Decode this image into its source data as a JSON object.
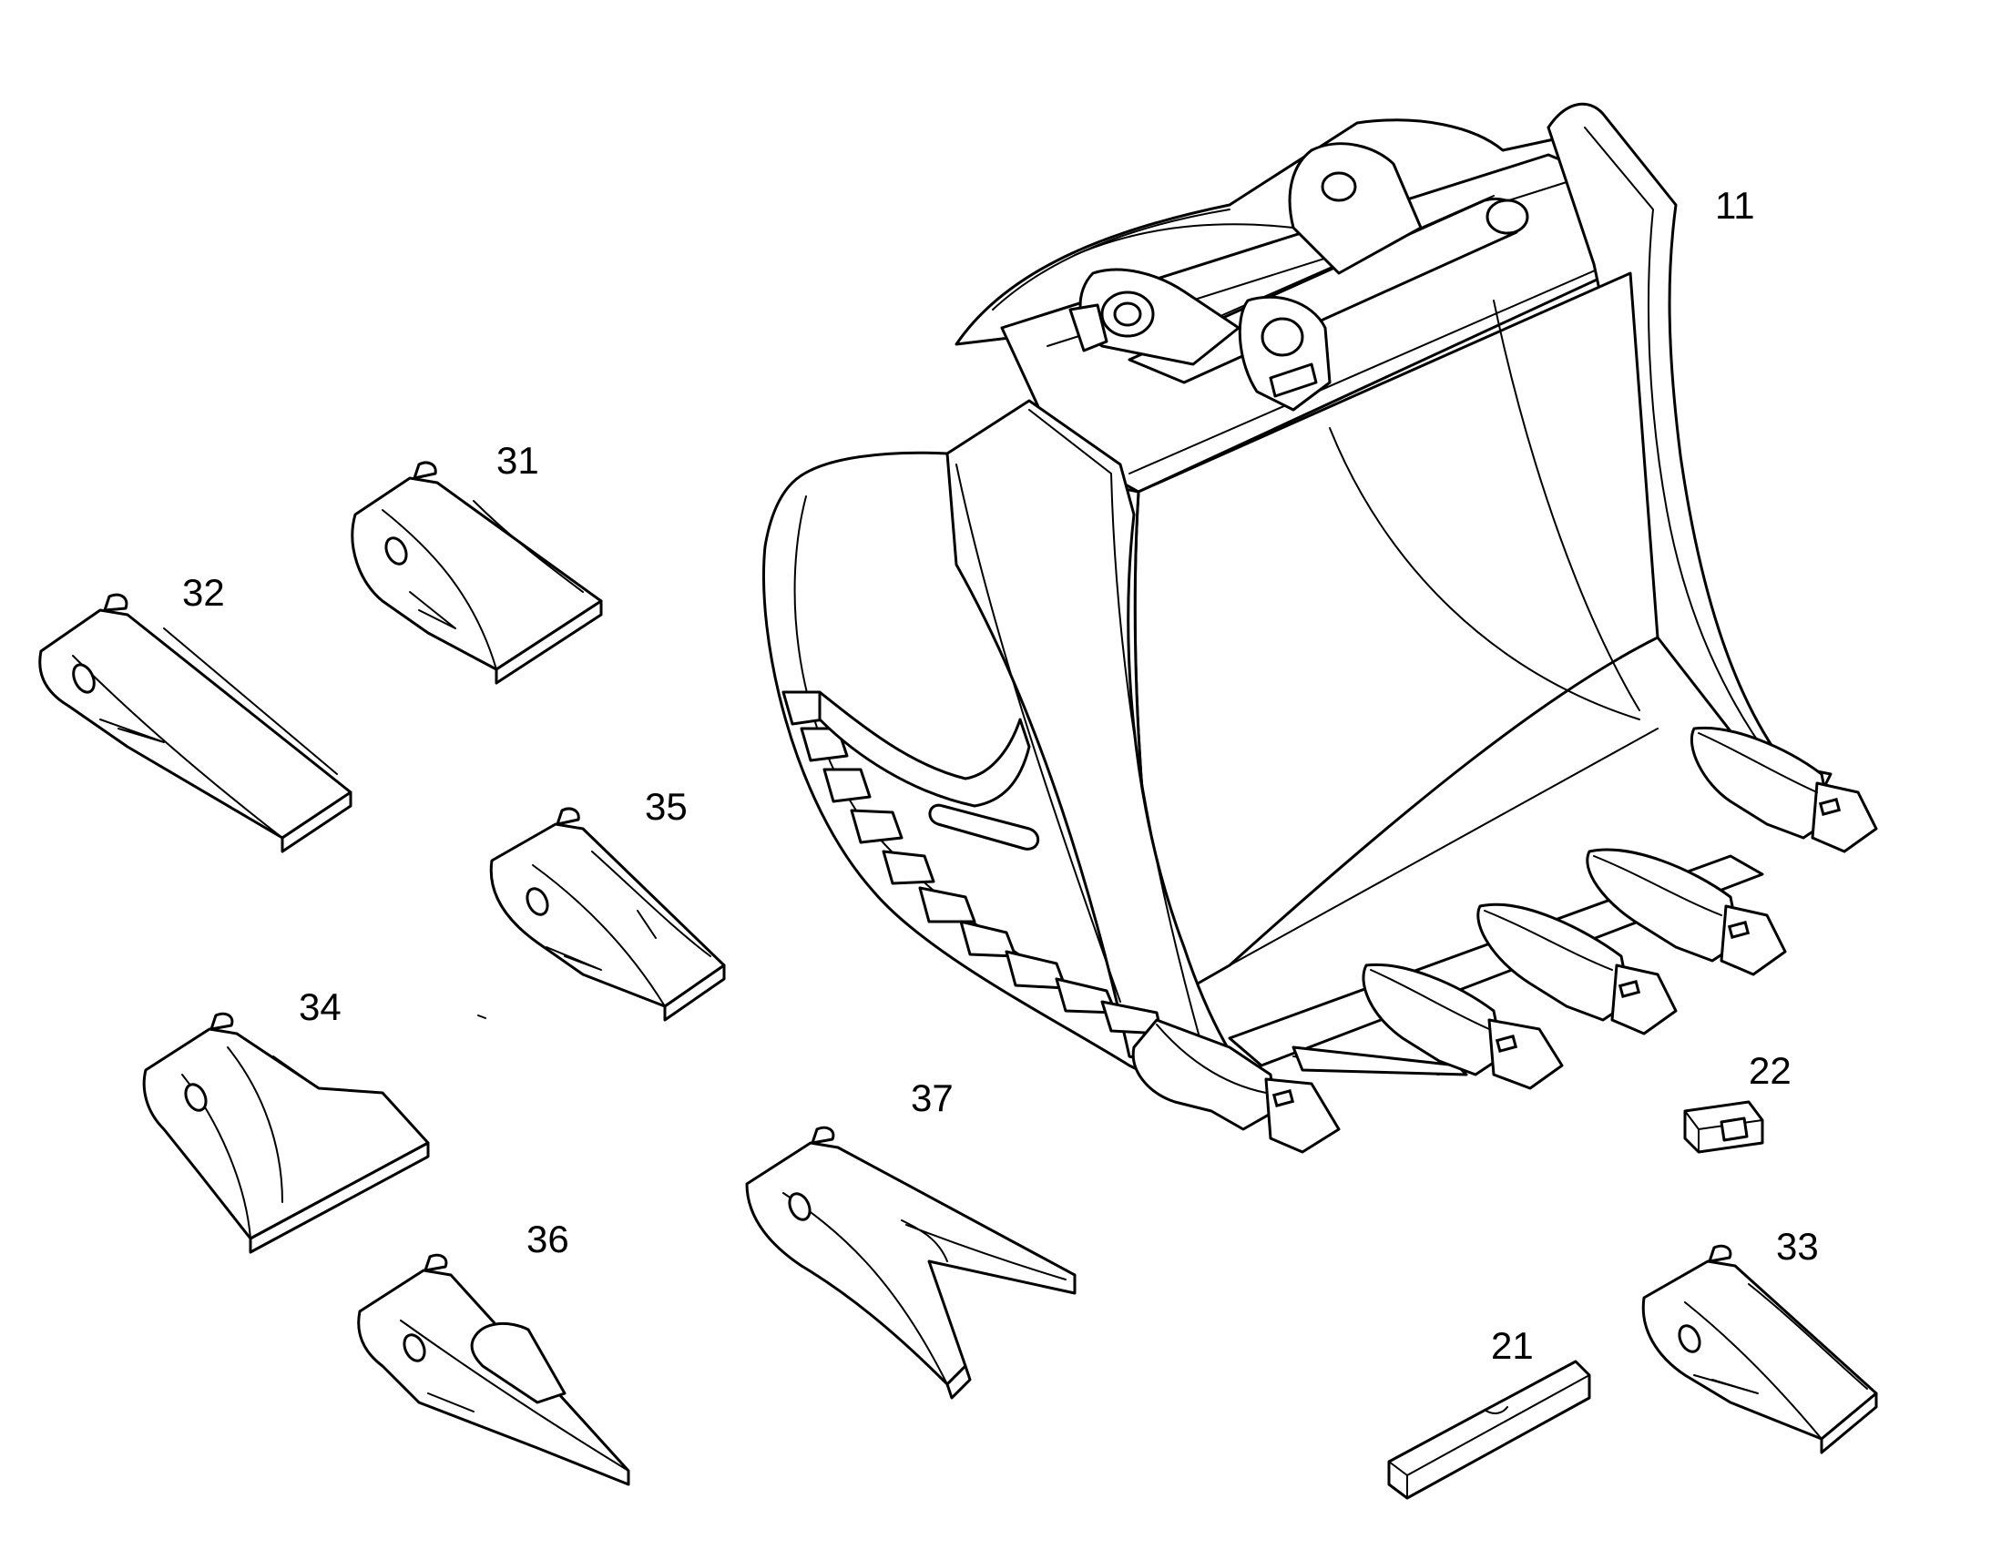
{
  "diagram": {
    "line_color": "#000000",
    "background": "#ffffff",
    "parts": [
      {
        "id": "bucket",
        "callout": "11"
      },
      {
        "id": "wear-strip",
        "callout": "21"
      },
      {
        "id": "side-cutter",
        "callout": "22"
      },
      {
        "id": "tooth-31",
        "callout": "31"
      },
      {
        "id": "tooth-32",
        "callout": "32"
      },
      {
        "id": "tooth-33",
        "callout": "33"
      },
      {
        "id": "tooth-34",
        "callout": "34"
      },
      {
        "id": "tooth-35",
        "callout": "35"
      },
      {
        "id": "tooth-36",
        "callout": "36"
      },
      {
        "id": "tooth-37",
        "callout": "37"
      }
    ]
  }
}
